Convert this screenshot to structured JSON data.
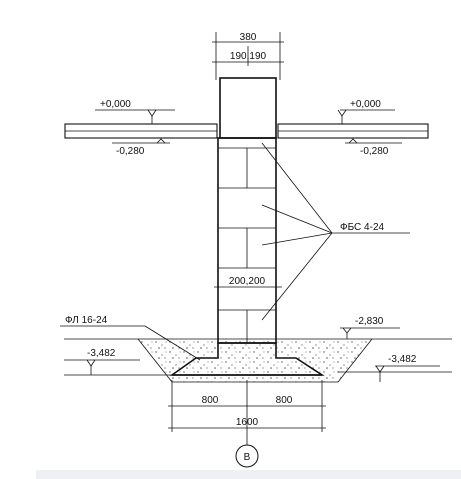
{
  "dimensions": {
    "wall_total": "380",
    "wall_halves": "190,190",
    "fbs_halves": "200,200",
    "base_left": "800",
    "base_right": "800",
    "base_total": "1600"
  },
  "elevations": {
    "top_left": "+0,000",
    "top_right": "+0,000",
    "slab_bottom_left": "-0,280",
    "slab_bottom_right": "-0,280",
    "ground_right": "-2,830",
    "sole_left": "-3,482",
    "sole_right": "-3,482"
  },
  "labels": {
    "wall_blocks": "ФБС 4-24",
    "footing": "ФЛ 16-24"
  },
  "axis": {
    "marker": "В"
  }
}
